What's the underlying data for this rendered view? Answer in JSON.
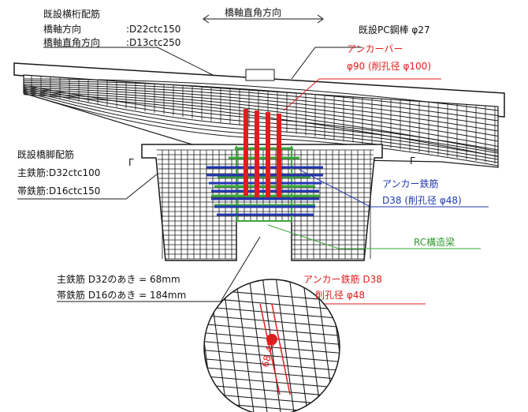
{
  "labels": {
    "existing_girder_bar_title": "既設横桁配筋",
    "bridge_axis_dir": "橋軸方向",
    "bridge_axis_dir_value": ":D22ctc150",
    "bridge_perp_dir": "橋軸直角方向",
    "bridge_perp_dir_value": ":D13ctc250",
    "top_arrow_label": "橋軸直角方向",
    "existing_pc_bar": "既設PC鋼棒 φ27",
    "anchor_bar": "アンカーバー",
    "anchor_bar_dia": "φ90 (削孔径 φ100)",
    "existing_pier_bar_title": "既設橋脚配筋",
    "main_bar": "主鉄筋:D32ctc100",
    "hoop_bar": "帯鉄筋:D16ctc150",
    "anchor_rebar": "アンカー鉄筋",
    "anchor_rebar_dia": "D38 (削孔径 φ48)",
    "rc_beam": "RC構造梁",
    "main_bar_gap": "主鉄筋 D32のあき = 68mm",
    "hoop_bar_gap": "帯鉄筋 D16のあき = 184mm",
    "anchor_rebar_detail": "アンカー鉄筋 D38",
    "drill_dia_detail": "削孔径 φ48",
    "small_mark_1": "Γ",
    "small_mark_2": "Γ",
    "dim_text": "68 48"
  },
  "colors": {
    "line": "#1a1a1a",
    "red": "#e21c1c",
    "blue": "#2336b0",
    "green": "#3aa83a"
  }
}
